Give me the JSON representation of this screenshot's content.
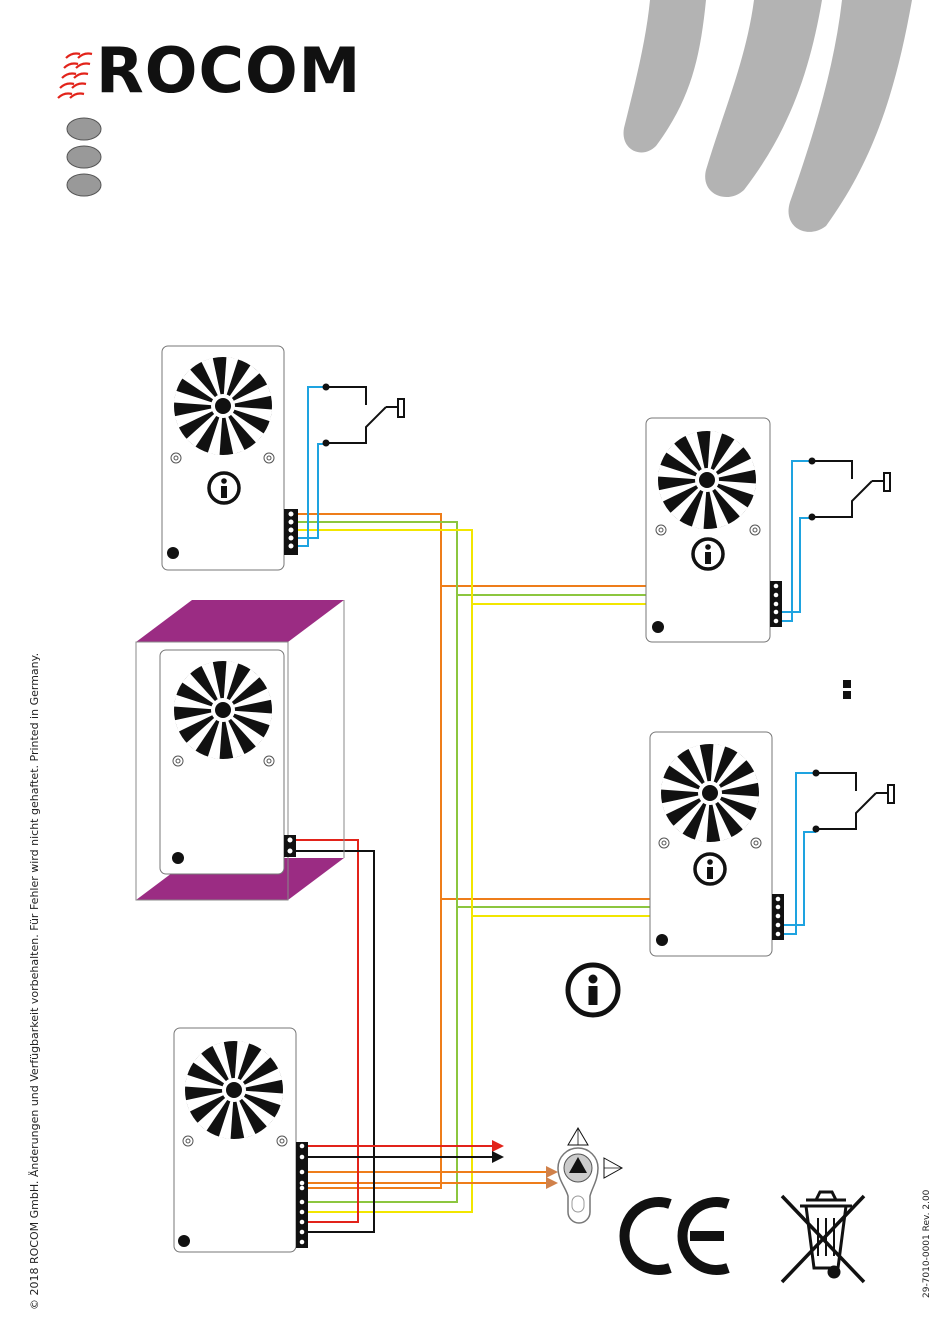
{
  "brand": {
    "name": "ROCOM"
  },
  "footer": {
    "copyright": "© 2018 ROCOM GmbH. Änderungen und Verfügbarkeit vorbehalten. Für Fehler wird nicht gehaftet. Printed in Germany.",
    "doc_ref": "29-7010-0001 Rev. 2.00"
  },
  "colors": {
    "orange": "#ee7d1a",
    "green": "#8cc63f",
    "yellow": "#f2e600",
    "blue": "#1ea3e0",
    "red": "#e2231a",
    "black": "#111111",
    "magenta": "#9b2c83",
    "grey": "#b3b3b3",
    "copper": "#d0814a"
  },
  "icons": [
    "info-icon",
    "ce-mark-icon",
    "weee-bin-icon",
    "push-button-icon",
    "key-switch-icon",
    "speaker-grille-icon"
  ]
}
